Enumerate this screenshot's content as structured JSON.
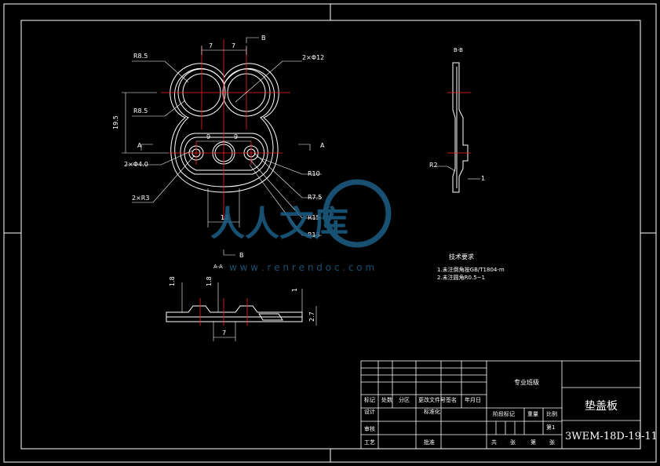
{
  "drawing": {
    "title_block": {
      "part_name": "垫盖板",
      "drawing_number": "3WEM-18D-19-11",
      "center_label": "专业班级",
      "sheet": "第1",
      "row_labels": {
        "r1": [
          "标记",
          "处数",
          "分区",
          "更改文件号",
          "签名",
          "年月日"
        ],
        "r2": [
          "设计",
          "标准化"
        ],
        "r3": [
          "审核"
        ],
        "r4": [
          "工艺",
          "批准"
        ],
        "stage": [
          "阶段标记",
          "重量",
          "比例"
        ],
        "bottom": [
          "共",
          "张",
          "第",
          "张"
        ]
      }
    },
    "tech_requirements": {
      "heading": "技术要求",
      "items": [
        "1.未注倒角按GB/T1804-m",
        "2.未注圆角R0.5~1"
      ]
    },
    "main_view": {
      "dims": {
        "top_7a": "7",
        "top_7b": "7",
        "arrow_b": "B",
        "d_r8_5_top": "R8.5",
        "d_r8_5_mid": "R8.5",
        "d_2_phi12": "2×Φ12",
        "d_19_5": "19.5",
        "d_9a": "9",
        "d_9b": "9",
        "d_2_phi4": "2×Φ4.0",
        "d_2_r3": "2×R3",
        "d_r10": "R10",
        "d_r7_5": "R7.5",
        "d_r15": "R15",
        "d_r13": "R13",
        "d_13": "13",
        "sec_a_left": "A",
        "sec_a_right": "A",
        "sec_b": "B"
      }
    },
    "section_b": {
      "label": "B-B",
      "r2": "R2",
      "one": "1"
    },
    "section_a": {
      "label": "A-A",
      "d_1_8a": "1.8",
      "d_1_8b": "1.8",
      "d_1": "1",
      "d_2_7": "2.7",
      "d_7": "7"
    },
    "watermark": {
      "title": "人人文库",
      "url": "w w w . r e n r e n d o c . c o m"
    }
  },
  "colors": {
    "background": "#000000",
    "line": "#ffffff",
    "centerline": "#ff2020",
    "watermark": "#1d5e86"
  }
}
